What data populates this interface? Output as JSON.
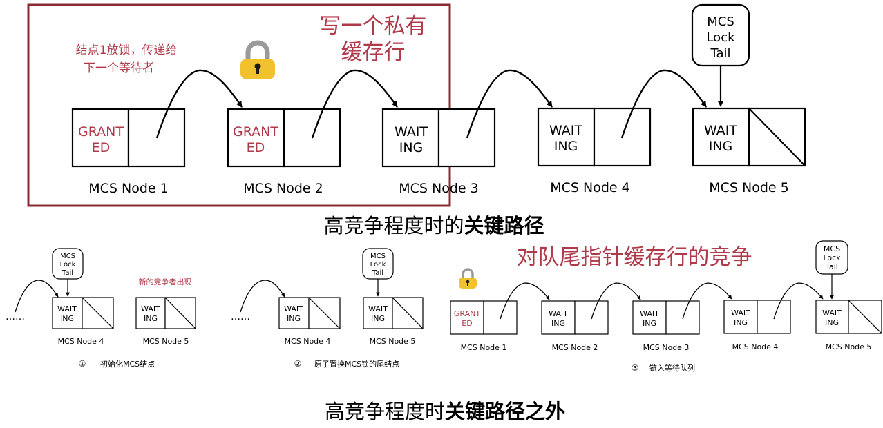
{
  "top": {
    "private_line_annotation": [
      "写一个私有",
      "缓存行"
    ],
    "release_note": [
      "结点1放锁，传递给",
      "下一个等待者"
    ],
    "tail_label": [
      "MCS",
      "Lock",
      "Tail"
    ],
    "nodes": [
      {
        "status": [
          "GRANT",
          "ED"
        ],
        "granted": true,
        "label": "MCS Node 1"
      },
      {
        "status": [
          "GRANT",
          "ED"
        ],
        "granted": true,
        "label": "MCS Node 2"
      },
      {
        "status": [
          "WAIT",
          "ING"
        ],
        "granted": false,
        "label": "MCS Node 3"
      },
      {
        "status": [
          "WAIT",
          "ING"
        ],
        "granted": false,
        "label": "MCS Node 4"
      },
      {
        "status": [
          "WAIT",
          "ING"
        ],
        "granted": false,
        "label": "MCS Node 5"
      }
    ],
    "caption_normal": "高竞争程度时的",
    "caption_bold": "关键路径"
  },
  "bottom": {
    "contention_annotation": "对队尾指针缓存行的竞争",
    "ellipsis": "……",
    "panel1": {
      "new_competitor_note": "新的竞争者出现",
      "step_marker": "①",
      "step_text": "初始化MCS结点",
      "nodes": [
        {
          "status": [
            "WAIT",
            "ING"
          ],
          "label": "MCS Node 4"
        },
        {
          "status": [
            "WAIT",
            "ING"
          ],
          "label": "MCS Node 5"
        }
      ]
    },
    "panel2": {
      "step_marker": "②",
      "step_text": "原子置换MCS锁的尾结点",
      "nodes": [
        {
          "status": [
            "WAIT",
            "ING"
          ],
          "label": "MCS Node 4"
        },
        {
          "status": [
            "WAIT",
            "ING"
          ],
          "label": "MCS Node 5"
        }
      ]
    },
    "panel3": {
      "step_marker": "③",
      "step_text": "链入等待队列",
      "nodes": [
        {
          "status": [
            "GRANT",
            "ED"
          ],
          "granted": true,
          "label": "MCS Node 1"
        },
        {
          "status": [
            "WAIT",
            "ING"
          ],
          "granted": false,
          "label": "MCS Node 2"
        },
        {
          "status": [
            "WAIT",
            "ING"
          ],
          "granted": false,
          "label": "MCS Node 3"
        },
        {
          "status": [
            "WAIT",
            "ING"
          ],
          "granted": false,
          "label": "MCS Node 4"
        },
        {
          "status": [
            "WAIT",
            "ING"
          ],
          "granted": false,
          "label": "MCS Node 5"
        }
      ]
    },
    "caption_normal": "高竞争程度时",
    "caption_bold": "关键路径之外"
  },
  "colors": {
    "accent_red": "#b03a4a",
    "frame_red": "#8b2a33",
    "lock_gold": "#f2c12e",
    "lock_shackle": "#9a9a9a"
  },
  "icons": {
    "lock": "padlock-icon"
  }
}
